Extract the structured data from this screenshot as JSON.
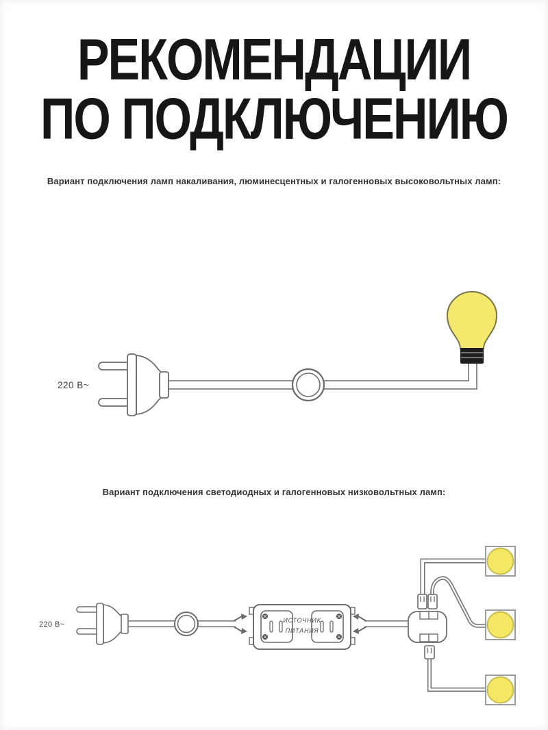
{
  "title": {
    "line1": "РЕКОМЕНДАЦИИ",
    "line2": "ПО ПОДКЛЮЧЕНИЮ"
  },
  "diagram1": {
    "caption": "Вариант подключения ламп накаливания, люминесцентных и галогенновых высоковольтных ламп:",
    "voltage_label": "220 В~",
    "elements": [
      "power-plug",
      "power-cord",
      "inline-dimmer-ring",
      "incandescent-bulb"
    ]
  },
  "diagram2": {
    "caption": "Вариант подключения светодиодных и галогенновых низковольтных ламп:",
    "voltage_label": "220 В~",
    "power_supply_label": {
      "line1": "ИСТОЧНИК",
      "line2": "ПИТАНИЯ"
    },
    "elements": [
      "power-plug",
      "power-cord",
      "inline-dimmer-ring",
      "quick-connector",
      "power-supply-unit",
      "quick-connector",
      "splitter-hub",
      "led-module",
      "led-module",
      "led-module"
    ],
    "led_module_count": 3
  },
  "colors": {
    "bulb_yellow": "#f4e96d",
    "led_yellow": "#f3e763",
    "line_gray": "#6b6b6b",
    "title_black": "#161616"
  }
}
